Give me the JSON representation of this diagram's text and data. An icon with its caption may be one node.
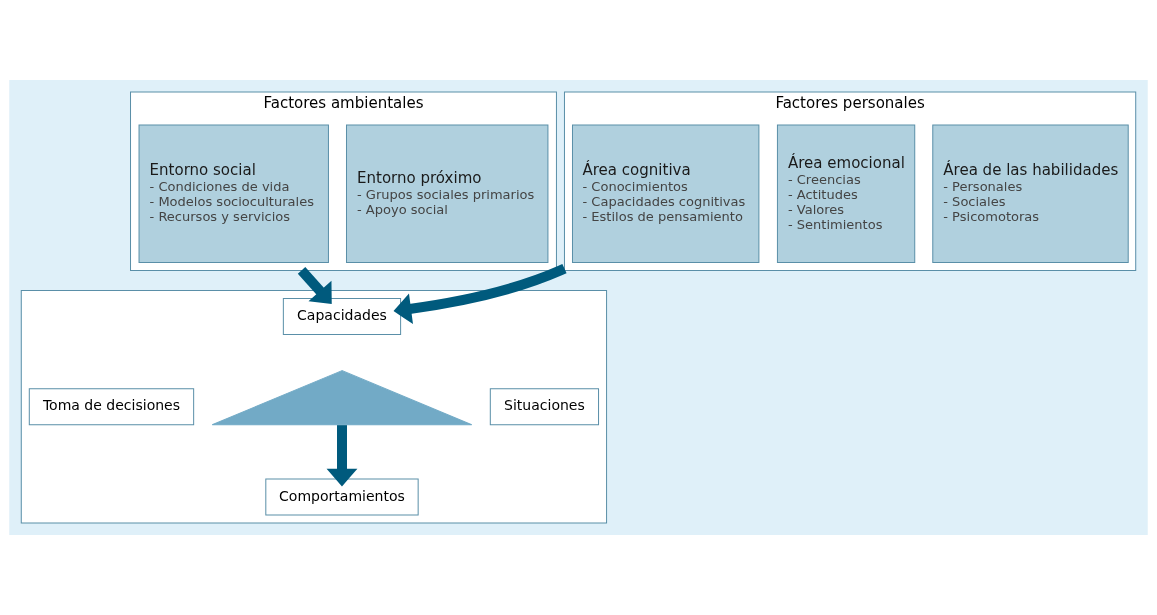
{
  "diagram": {
    "nodes": [
      {
        "text": [
          "Factores ambientales"
        ]
      },
      {
        "text": [
          "Entorno social",
          "- Condiciones de vida",
          "- Modelos socioculturales",
          "- Recursos y servicios"
        ],
        "in": 0
      },
      {
        "text": [
          "Entorno próximo",
          "- Grupos sociales primarios",
          "- Apoyo social"
        ],
        "in": 0
      },
      {
        "text": [
          "Factores personales"
        ]
      },
      {
        "text": [
          "Área cognitiva",
          "- Conocimientos",
          "- Capacidades cognitivas",
          "- Estilos de pensamiento"
        ],
        "in": 3
      },
      {
        "text": [
          "Área emocional",
          "- Creencias",
          "- Actitudes",
          "- Valores",
          "- Sentimientos"
        ],
        "in": 3
      },
      {
        "text": [
          "Área de las habilidades",
          "- Personales",
          "- Sociales",
          "- Psicomotoras"
        ],
        "in": 3
      },
      {
        "text": [],
        "shape": "box"
      },
      {
        "text": [
          "Capacidades"
        ],
        "in": 7
      },
      {
        "text": [
          "Toma de decisiones"
        ],
        "in": 7
      },
      {
        "text": [],
        "shape": "triangle",
        "in": 7
      },
      {
        "text": [
          "Situaciones"
        ],
        "in": 7
      },
      {
        "text": [
          "Comportamientos"
        ],
        "in": 7
      }
    ],
    "edges": [
      {
        "from": 0,
        "to": 8,
        "arrow": "to"
      },
      {
        "from": 3,
        "to": 8,
        "arrow": "to"
      },
      {
        "from": 10,
        "to": 12,
        "arrow": "to"
      }
    ]
  }
}
